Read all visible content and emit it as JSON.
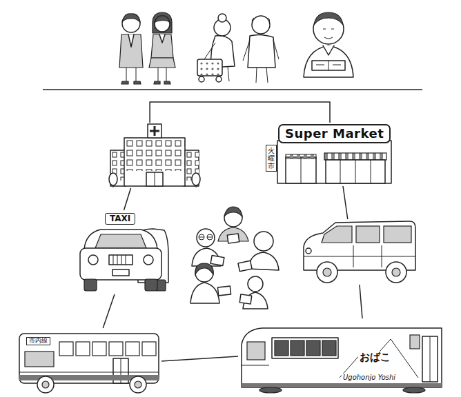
{
  "diagram": {
    "nodes": [
      {
        "text": []
      },
      {
        "text": [
          "Super Market",
          "火曜市"
        ]
      },
      {
        "text": [
          "TAXI"
        ]
      },
      {
        "text": []
      },
      {
        "text": [
          "市内線"
        ]
      },
      {
        "text": [
          "おばこ",
          "Ugohonjo Yoshi"
        ]
      }
    ],
    "edges": [
      {
        "from": 0,
        "to": 1,
        "arrow": "none"
      },
      {
        "from": 0,
        "to": 2,
        "arrow": "none"
      },
      {
        "from": 1,
        "to": 3,
        "arrow": "none"
      },
      {
        "from": 2,
        "to": 4,
        "arrow": "none"
      },
      {
        "from": 3,
        "to": 5,
        "arrow": "none"
      },
      {
        "from": 4,
        "to": 5,
        "arrow": "none"
      }
    ]
  }
}
